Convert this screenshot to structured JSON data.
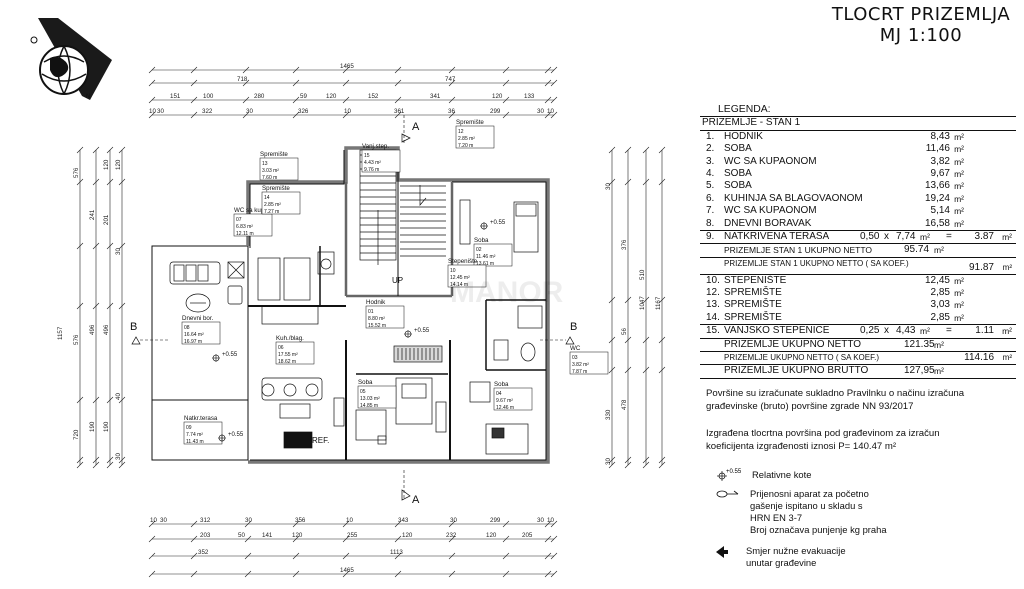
{
  "title": {
    "line1": "TLOCRT PRIZEMLJA",
    "line2": "MJ 1:100"
  },
  "legend": {
    "heading": "LEGENDA:",
    "section": "PRIZEMLJE - STAN 1",
    "unit": "m²",
    "rooms": [
      {
        "num": "1.",
        "name": "HODNIK",
        "area": "8,43"
      },
      {
        "num": "2.",
        "name": "SOBA",
        "area": "11,46"
      },
      {
        "num": "3.",
        "name": "WC SA KUPAONOM",
        "area": "3,82"
      },
      {
        "num": "4.",
        "name": "SOBA",
        "area": "9,67"
      },
      {
        "num": "5.",
        "name": "SOBA",
        "area": "13,66"
      },
      {
        "num": "6.",
        "name": "KUHINJA SA BLAGOVAONOM",
        "area": "19,24"
      },
      {
        "num": "7.",
        "name": "WC SA KUPAONOM",
        "area": "5,14"
      },
      {
        "num": "8.",
        "name": "DNEVNI BORAVAK",
        "area": "16,58"
      }
    ],
    "terrace": {
      "num": "9.",
      "name": "NATKRIVENA TERASA",
      "factor": "0,50",
      "x": "x",
      "area": "7,74",
      "eq": "=",
      "result": "3.87"
    },
    "stan_netto": {
      "label": "PRIZEMLJE STAN 1 UKUPNO NETTO",
      "value": "95.74"
    },
    "stan_koef": {
      "label": "PRIZEMLJE STAN 1 UKUPNO NETTO ( SA KOEF.)",
      "value": "91.87"
    },
    "rooms2": [
      {
        "num": "10.",
        "name": "STEPENIŠTE",
        "area": "12,45"
      },
      {
        "num": "12.",
        "name": "SPREMIŠTE",
        "area": "2,85"
      },
      {
        "num": "13.",
        "name": "SPREMIŠTE",
        "area": "3,03"
      },
      {
        "num": "14.",
        "name": "SPREMIŠTE",
        "area": "2,85"
      }
    ],
    "stairs": {
      "num": "15.",
      "name": "VANJSKO STEPENICE",
      "factor": "0,25",
      "x": "x",
      "area": "4,43",
      "eq": "=",
      "result": "1.11"
    },
    "total_netto": {
      "label": "PRIZEMLJE UKUPNO NETTO",
      "value": "121.35"
    },
    "total_koef": {
      "label": "PRIZEMLJE UKUPNO NETTO ( SA KOEF.)",
      "value": "114.16"
    },
    "total_brutto": {
      "label": "PRIZEMLJE UKUPNO BRUTTO",
      "value": "127,95"
    }
  },
  "notes": {
    "n1a": "Površine su izračunate sukladno  Pravilnku o načinu izračuna",
    "n1b": "građevinske (bruto) površine zgrade NN 93/2017",
    "n2a": "Izgrađena  tlocrtna površina  pod  građevinom za izračun",
    "n2b": "koeficijenta izgrađenosti  iznosi  P= 140.47 m²"
  },
  "symbols": {
    "kote_value": "+0.55",
    "kote_label": "Relativne  kote",
    "ext1": "Prijenosni aparat za početno",
    "ext2": "gašenje ispitano u skladu s",
    "ext3": "HRN EN 3-7",
    "ext4": "Broj označava punjenje kg praha",
    "evac1": "Smjer  nužne evakuacije",
    "evac2": "unutar građevine"
  },
  "plan": {
    "sections": {
      "a": "A",
      "b": "B"
    },
    "up_label": "UP",
    "ref_label": "REF.",
    "watermark": "MANOR",
    "top_dims": {
      "row1": [
        "1465"
      ],
      "row2": [
        "718",
        "747"
      ],
      "row3": [
        "151",
        "100",
        "280",
        "59",
        "120",
        "152",
        "341",
        "120",
        "133"
      ],
      "row4": [
        "10",
        "30",
        "322",
        "30",
        "326",
        "10",
        "361",
        "36",
        "299",
        "30",
        "10"
      ]
    },
    "bottom_dims": {
      "row1": [
        "10",
        "30",
        "312",
        "30",
        "356",
        "10",
        "343",
        "30",
        "299",
        "30",
        "10"
      ],
      "row2": [
        "203",
        "50",
        "141",
        "120",
        "255",
        "120",
        "232",
        "120",
        "205"
      ],
      "row3": [
        "352",
        "1113"
      ],
      "row4": [
        "1465"
      ]
    },
    "left_dims": {
      "a": [
        "120",
        "120",
        "30",
        "241",
        "576",
        "201",
        "496",
        "576",
        "1157",
        "40",
        "30",
        "190",
        "720",
        "190"
      ],
      "b": [
        "30",
        "40",
        "30"
      ]
    },
    "right_dims": {
      "a": [
        "30",
        "10",
        "376",
        "510",
        "1047",
        "1167",
        "56",
        "60",
        "330",
        "478",
        "30",
        "10"
      ]
    },
    "rooms": [
      {
        "id": "dnevni",
        "label": "Dnevni bor.",
        "num": "08",
        "pa": "16.64 m²",
        "pp": "16.97 m"
      },
      {
        "id": "kuh",
        "label": "Kuh./blag.",
        "num": "06",
        "pa": "17.55 m²",
        "pp": "18.62 m"
      },
      {
        "id": "wc7",
        "label": "WC sa kup.",
        "num": "07",
        "pa": "6.83 m²",
        "pp": "12.11 m"
      },
      {
        "id": "hodnik",
        "label": "Hodnik",
        "num": "01",
        "pa": "8.80 m²",
        "pp": "15.52 m"
      },
      {
        "id": "soba5",
        "label": "Soba",
        "num": "05",
        "pa": "13.03 m²",
        "pp": "14.85 m"
      },
      {
        "id": "soba4",
        "label": "Soba",
        "num": "04",
        "pa": "9.67 m²",
        "pp": "12.46 m"
      },
      {
        "id": "soba2",
        "label": "Soba",
        "num": "02",
        "pa": "11.46 m²",
        "pp": "13.61 m"
      },
      {
        "id": "wc3",
        "label": "WC",
        "num": "03",
        "pa": "3.82 m²",
        "pp": "7.87 m"
      },
      {
        "id": "terasa",
        "label": "Natkr.terasa",
        "num": "09",
        "pa": "7.74 m²",
        "pp": "11.43 m"
      },
      {
        "id": "step",
        "label": "Stepenište",
        "num": "10",
        "pa": "12.45 m²",
        "pp": "14.14 m"
      },
      {
        "id": "sp12",
        "label": "Spremište",
        "num": "12",
        "pa": "2.85 m²",
        "pp": "7.20 m"
      },
      {
        "id": "sp13",
        "label": "Spremište",
        "num": "13",
        "pa": "3.03 m²",
        "pp": "7.60 m"
      },
      {
        "id": "sp14",
        "label": "Spremište",
        "num": "14",
        "pa": "2.85 m²",
        "pp": "7.27 m"
      },
      {
        "id": "vanj",
        "label": "Vanj.step.",
        "num": "15",
        "pa": "4.43 m²",
        "pp": "9.76 m"
      }
    ],
    "levels": [
      "+0.55",
      "+0.55",
      "+0.55",
      "+0.55",
      "+0.55"
    ]
  }
}
